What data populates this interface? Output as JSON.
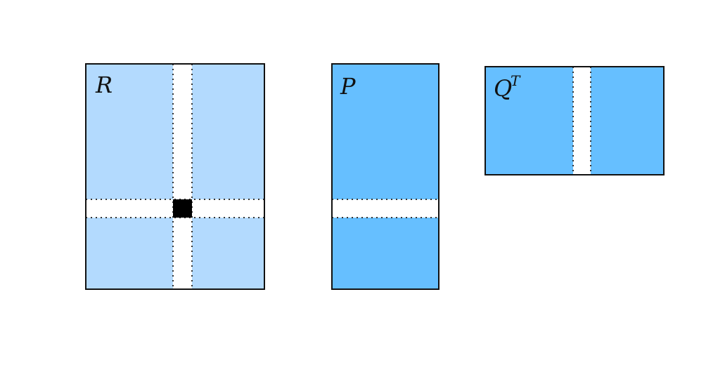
{
  "matrices": {
    "R": {
      "label": "R",
      "fill_color": "#b3dafe"
    },
    "P": {
      "label": "P",
      "fill_color": "#66bfff"
    },
    "QT": {
      "label": "Q",
      "superscript": "T",
      "fill_color": "#66bfff"
    }
  },
  "colors": {
    "border": "#111111",
    "highlight_band": "#ffffff",
    "selected_cell": "#000000"
  }
}
